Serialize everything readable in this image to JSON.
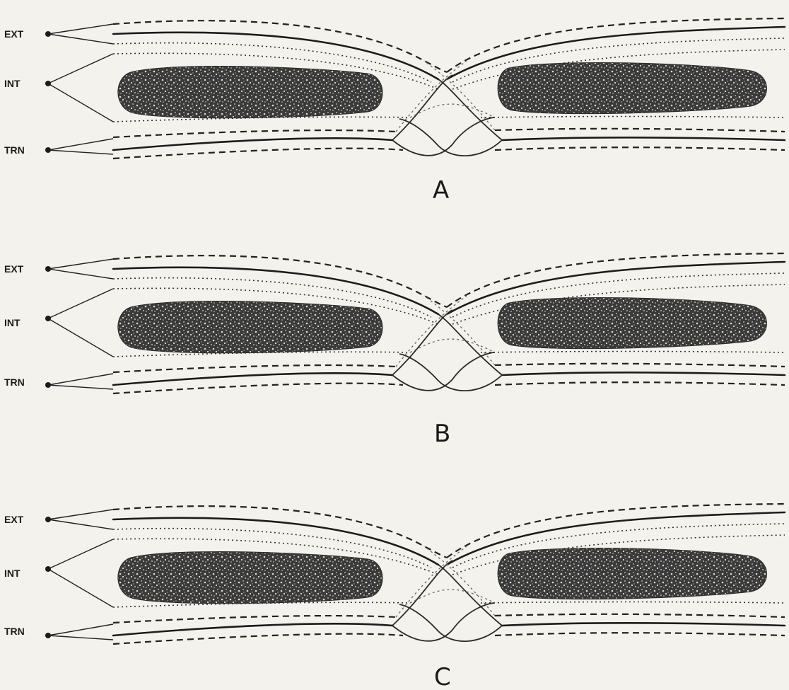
{
  "panels": [
    {
      "letter": "A",
      "labels": {
        "ext": "EXT",
        "int": "INT",
        "trn": "TRN"
      }
    },
    {
      "letter": "B",
      "labels": {
        "ext": "EXT",
        "int": "INT",
        "trn": "TRN"
      }
    },
    {
      "letter": "C",
      "labels": {
        "ext": "EXT",
        "int": "INT",
        "trn": "TRN"
      }
    }
  ],
  "colors": {
    "ink": "#1c1c1c",
    "paper": "#f4f2ec"
  }
}
